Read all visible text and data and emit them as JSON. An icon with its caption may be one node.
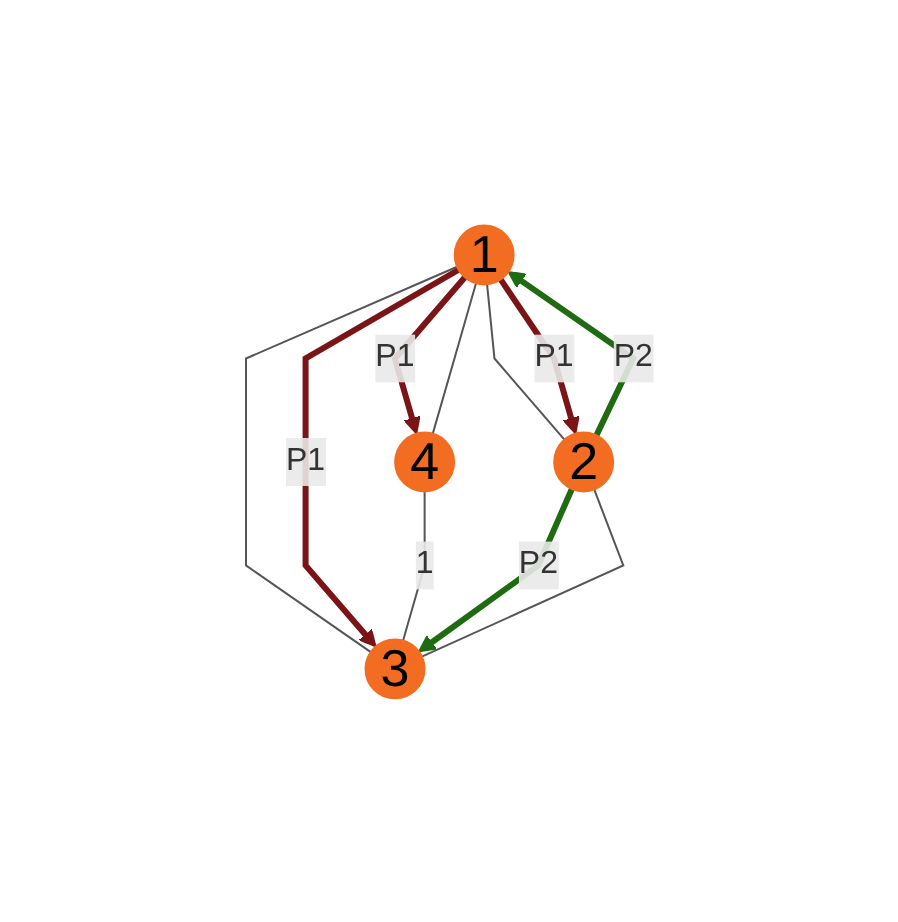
{
  "diagram": {
    "nodes": [
      {
        "text": [
          "1"
        ]
      },
      {
        "text": [
          "4"
        ]
      },
      {
        "text": [
          "2"
        ]
      },
      {
        "text": [
          "3"
        ]
      }
    ],
    "edges": [
      {
        "from": 0,
        "to": 1,
        "arrow": "to",
        "label": "P1",
        "style": "thick",
        "color": "#7b1416"
      },
      {
        "from": 0,
        "to": 1,
        "arrow": "none"
      },
      {
        "from": 0,
        "to": 2,
        "arrow": "none"
      },
      {
        "from": 0,
        "to": 3,
        "arrow": "none"
      },
      {
        "from": 0,
        "to": 3,
        "arrow": "to",
        "label": "P1",
        "style": "thick",
        "color": "#7b1416"
      },
      {
        "from": 0,
        "to": 2,
        "arrow": "to",
        "label": "P1",
        "style": "thick",
        "color": "#7b1416"
      },
      {
        "from": 2,
        "to": 0,
        "arrow": "to",
        "label": "P2",
        "style": "thick",
        "color": "#1f6b12"
      },
      {
        "from": 1,
        "to": 3,
        "arrow": "none",
        "label": "1"
      },
      {
        "from": 2,
        "to": 3,
        "arrow": "to",
        "label": "P2",
        "style": "thick",
        "color": "#1f6b12"
      },
      {
        "from": 2,
        "to": 3,
        "arrow": "none"
      }
    ]
  }
}
